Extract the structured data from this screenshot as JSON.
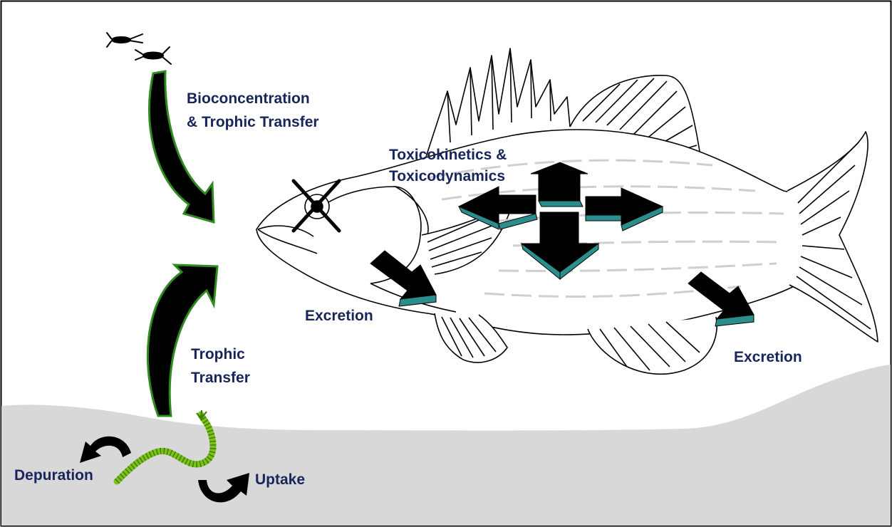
{
  "labels": {
    "bioconcentration_line1": "Bioconcentration",
    "bioconcentration_line2": "& Trophic Transfer",
    "toxicokinetics_line1": "Toxicokinetics &",
    "toxicokinetics_line2": "Toxicodynamics",
    "excretion_gill": "Excretion",
    "excretion_vent": "Excretion",
    "trophic_line1": "Trophic",
    "trophic_line2": "Transfer",
    "depuration": "Depuration",
    "uptake": "Uptake"
  },
  "colors": {
    "label_text": "#17255c",
    "arrow_fill": "#000000",
    "arrow_edge_green": "#2e8b1e",
    "arrow_side_teal": "#2a8f8c",
    "sediment": "#d8d8d8",
    "worm": "#7cc21a",
    "fish_outline": "#000000",
    "fish_stripes": "#cfcfcf"
  },
  "icons": {
    "zooplankton": "copepod-icon",
    "benthic_worm": "worm-icon",
    "fish": "fish-outline",
    "eye": "eye-crossed-icon"
  }
}
